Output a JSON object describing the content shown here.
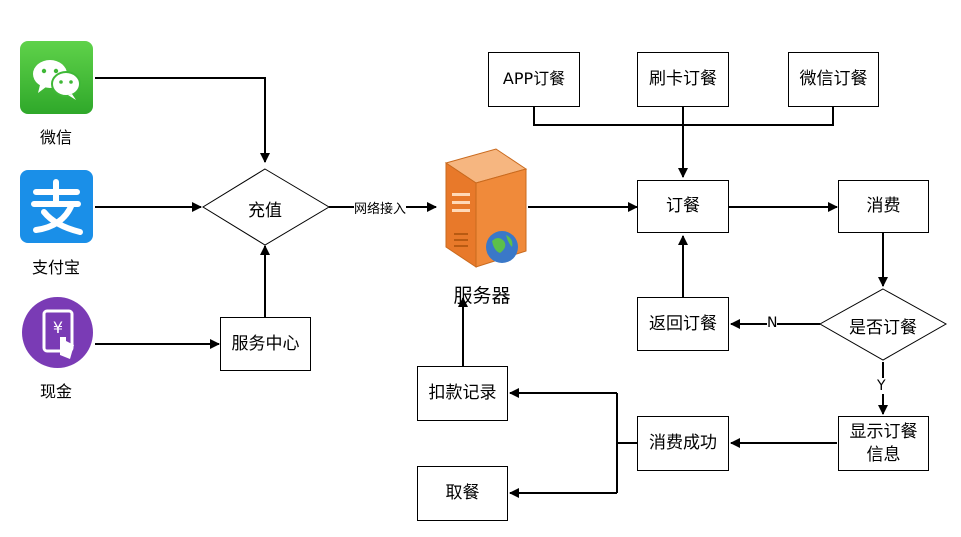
{
  "sources": {
    "wechat": "微信",
    "alipay": "支付宝",
    "cash": "现金"
  },
  "nodes": {
    "recharge": "充值",
    "service_center": "服务中心",
    "server": "服务器",
    "app_order": "APP订餐",
    "card_order": "刷卡订餐",
    "wechat_order": "微信订餐",
    "order": "订餐",
    "consume": "消费",
    "is_order": "是否订餐",
    "return_order": "返回订餐",
    "show_order": "显示订餐信息",
    "consume_success": "消费成功",
    "deduct_record": "扣款记录",
    "pickup": "取餐"
  },
  "edges": {
    "network_access": "网络接入",
    "no": "N",
    "yes": "Y"
  },
  "colors": {
    "wechat_green": "#3fb837",
    "alipay_blue": "#1a8fe8",
    "cash_purple": "#7a3bb5",
    "server_orange": "#f08a3a"
  }
}
